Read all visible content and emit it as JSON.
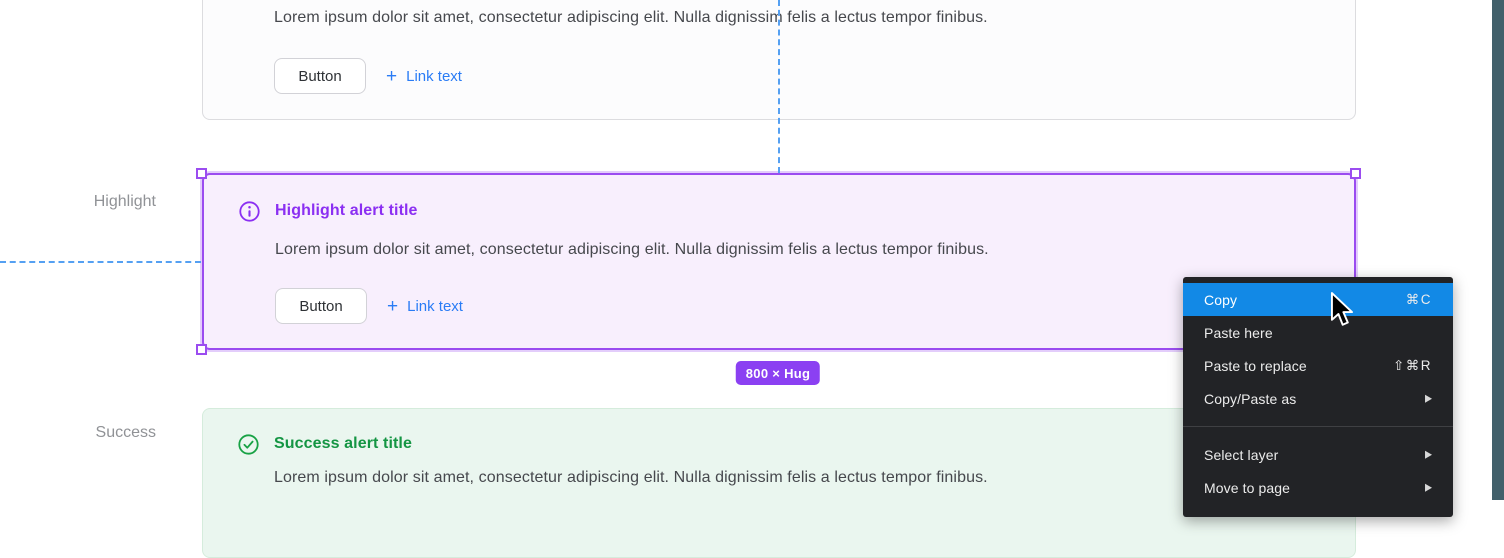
{
  "sections": {
    "highlight_label": "Highlight",
    "success_label": "Success"
  },
  "top_alert": {
    "body": "Lorem ipsum dolor sit amet, consectetur adipiscing elit. Nulla dignissim felis a lectus tempor finibus.",
    "button": "Button",
    "link_plus": "+",
    "link": "Link text"
  },
  "highlight_alert": {
    "title": "Highlight alert title",
    "body": "Lorem ipsum dolor sit amet, consectetur adipiscing elit. Nulla dignissim felis a lectus tempor finibus.",
    "button": "Button",
    "link_plus": "+",
    "link": "Link text"
  },
  "success_alert": {
    "title": "Success alert title",
    "body": "Lorem ipsum dolor sit amet, consectetur adipiscing elit. Nulla dignissim felis a lectus tempor finibus."
  },
  "selection": {
    "size_badge": "800 × Hug"
  },
  "context_menu": {
    "items": [
      {
        "label": "Copy",
        "shortcut": "⌘C"
      },
      {
        "label": "Paste here",
        "shortcut": ""
      },
      {
        "label": "Paste to replace",
        "shortcut": "⇧⌘R"
      },
      {
        "label": "Copy/Paste as",
        "arrow": "▶"
      },
      {
        "label": "Select layer",
        "arrow": "▶"
      },
      {
        "label": "Move to page",
        "arrow": "▶"
      }
    ]
  },
  "icons": {
    "info_icon": "i",
    "check_icon": "✓",
    "submenu_arrow": "▶"
  },
  "colors": {
    "highlight_accent": "#8b2ff2",
    "highlight_fill": "#f8effd",
    "selection_purple": "#9b4cf0",
    "success_accent": "#149543",
    "success_fill": "#eaf6ef",
    "link_blue": "#2a7cf5",
    "guide_blue": "#55a0f2",
    "menu_bg": "#222326",
    "menu_highlight": "#1289e6",
    "badge_purple": "#8b40f2",
    "side_bar_teal": "#42606b"
  }
}
